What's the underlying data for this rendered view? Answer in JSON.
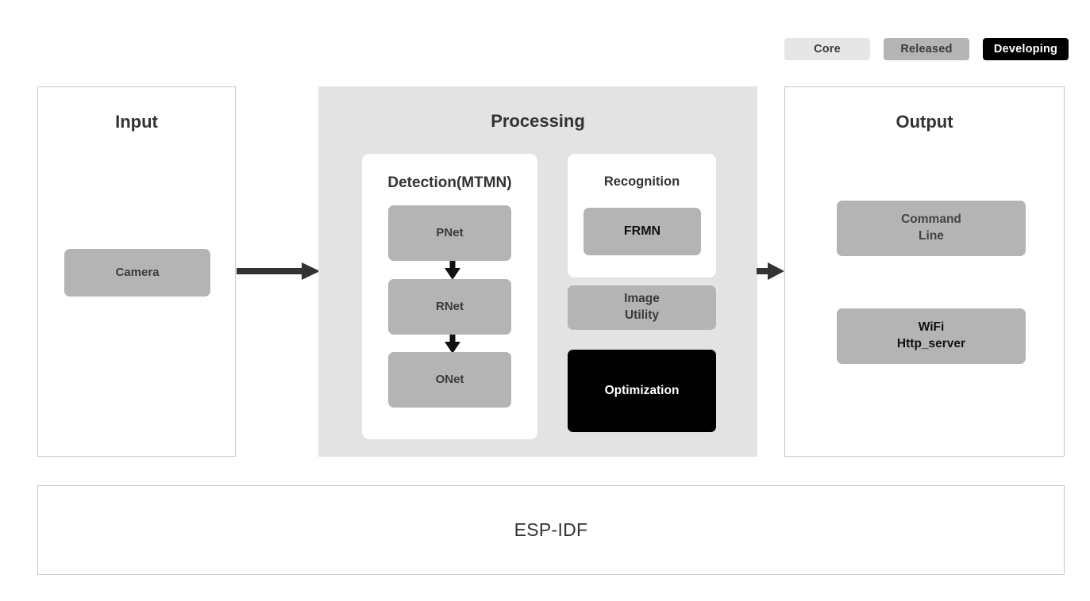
{
  "legend": {
    "items": [
      {
        "label": "Core",
        "color": "#e6e6e6",
        "text_color": "#3a3a3a"
      },
      {
        "label": "Released",
        "color": "#b4b4b4",
        "text_color": "#3a3a3a"
      },
      {
        "label": "Developing",
        "color": "#000000",
        "text_color": "#ffffff"
      }
    ]
  },
  "panels": {
    "input": {
      "title": "Input",
      "blocks": [
        {
          "label": "Camera",
          "status": "Released"
        }
      ]
    },
    "processing": {
      "title": "Processing",
      "detection": {
        "title": "Detection(MTMN)",
        "blocks": [
          {
            "label": "PNet",
            "status": "Released"
          },
          {
            "label": "RNet",
            "status": "Released"
          },
          {
            "label": "ONet",
            "status": "Released"
          }
        ]
      },
      "recognition": {
        "title": "Recognition",
        "blocks": [
          {
            "label": "FRMN",
            "status": "Released"
          }
        ]
      },
      "side_blocks": [
        {
          "label": "Image\nUtility",
          "status": "Released"
        },
        {
          "label": "Optimization",
          "status": "Developing"
        }
      ]
    },
    "output": {
      "title": "Output",
      "blocks": [
        {
          "label": "Command\nLine",
          "status": "Released"
        },
        {
          "label": "WiFi\nHttp_server",
          "status": "Released"
        }
      ]
    },
    "foundation": {
      "label": "ESP-IDF"
    }
  },
  "arrows": {
    "input_to_processing": "right-arrow",
    "processing_to_output": "right-arrow",
    "pnet_to_rnet": "down-arrow",
    "rnet_to_onet": "down-arrow"
  },
  "colors": {
    "core": "#e6e6e6",
    "released": "#b4b4b4",
    "developing": "#000000",
    "processing_background": "#e3e3e3",
    "panel_border": "#c8c8c8",
    "arrow": "#333333"
  }
}
